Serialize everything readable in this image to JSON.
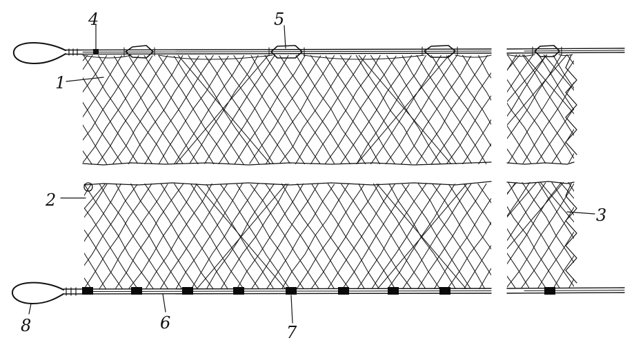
{
  "diagram": {
    "labels": {
      "l1": "1",
      "l2": "2",
      "l3": "3",
      "l4": "4",
      "l5": "5",
      "l6": "6",
      "l7": "7",
      "l8": "8"
    }
  },
  "colors": {
    "ink": "#111111",
    "sinker": "#0a0a0a",
    "background": "#ffffff"
  }
}
